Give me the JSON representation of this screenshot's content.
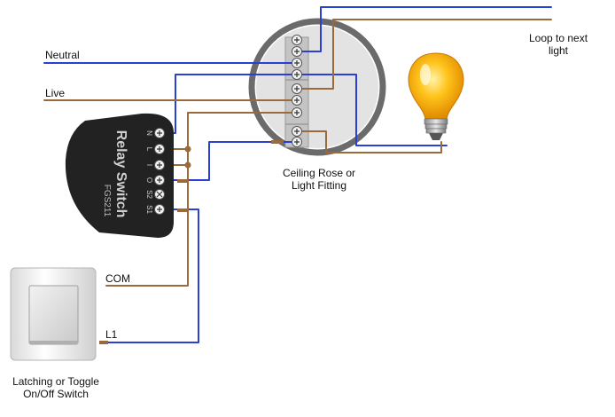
{
  "labels": {
    "neutral": "Neutral",
    "live": "Live",
    "loop_line1": "Loop to next",
    "loop_line2": "light",
    "rose_line1": "Ceiling Rose or",
    "rose_line2": "Light Fitting",
    "com": "COM",
    "l1": "L1",
    "switch_line1": "Latching or Toggle",
    "switch_line2": "On/Off Switch"
  },
  "relay": {
    "title": "Relay Switch",
    "model": "FGS211",
    "terminals": [
      "N",
      "L",
      "I",
      "O",
      "S2",
      "S1"
    ]
  },
  "colors": {
    "neutral_wire": "#2a3fd6",
    "live_wire": "#9a6a3c",
    "relay_body": "#222222",
    "rose_ring": "#6b6b6b",
    "bulb_glass": "#f4a300"
  }
}
